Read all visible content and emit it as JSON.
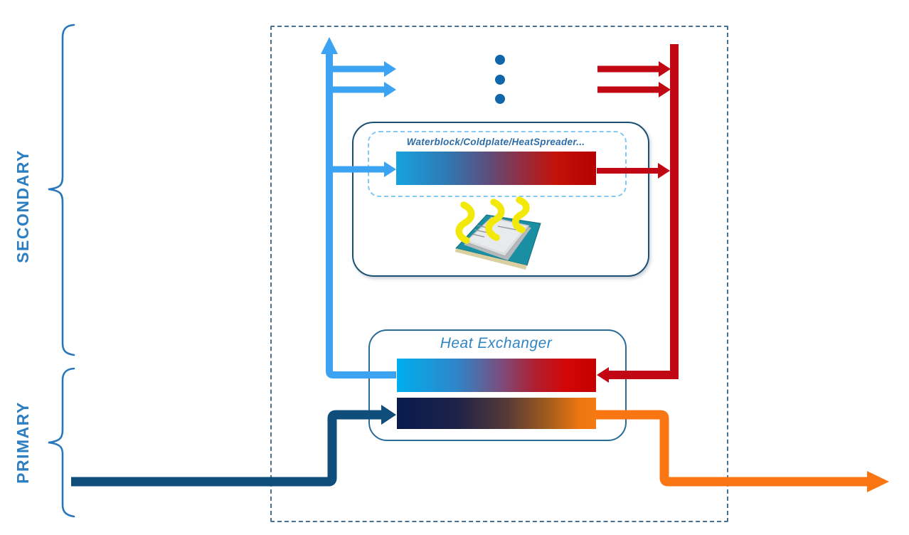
{
  "diagram": {
    "brackets": {
      "secondary_label": "SECONDARY",
      "primary_label": "PRIMARY"
    },
    "boxes": {
      "waterblock": {
        "label": "Waterblock/Coldplate/HeatSpreader..."
      },
      "heat_exchanger": {
        "label": "Heat Exchanger"
      }
    },
    "icons": {
      "ellipsis": "vertical-ellipsis-dots-icon",
      "cpu": "cpu-chip-icon",
      "heat": "heat-waves-icon"
    },
    "colors": {
      "secondary_cold": "#3ba3f2",
      "secondary_hot": "#c00713",
      "primary_cold": "#0f4e7b",
      "primary_hot": "#f97613",
      "bracket_blue": "#2777bc",
      "label_blue": "#2e86c4",
      "waterblock_label_blue": "#2e6da8",
      "waterblock_border": "#1c4f74",
      "heat_exchanger_border": "#2a6b98",
      "outer_dashed_border": "#4a7090",
      "inner_dashed_border": "#85c8f2",
      "dots_blue": "#1066a8",
      "heat_yellow": "#f2e90a",
      "cold_gradient_start": "#00aeef",
      "hot_gradient_end": "#c30000",
      "primary_gradient_start": "#081a4e",
      "primary_gradient_end": "#f47a12"
    }
  }
}
